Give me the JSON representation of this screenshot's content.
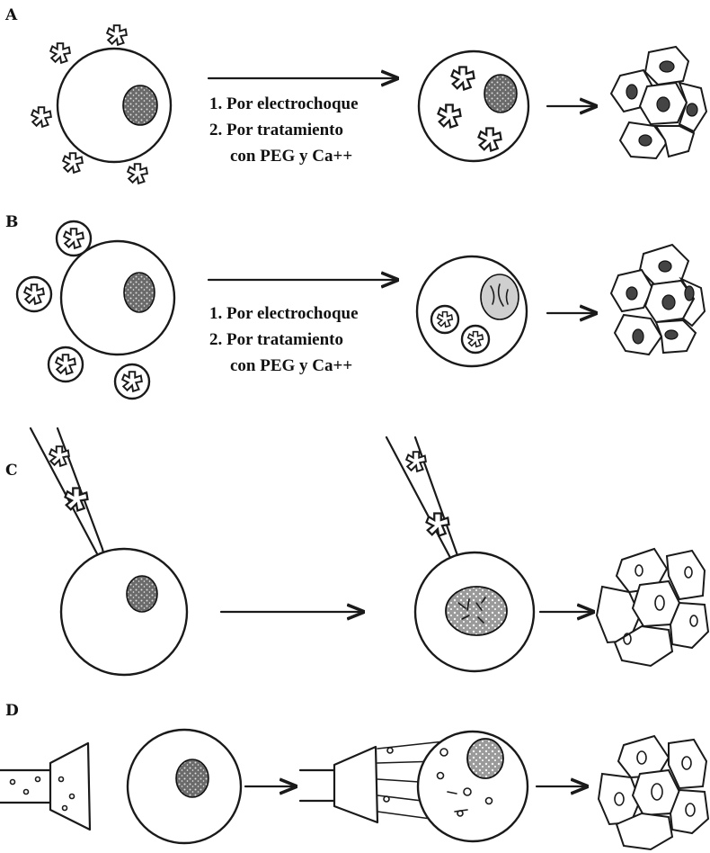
{
  "panels": {
    "a": {
      "letter": "A",
      "step1": "1. Por electrochoque",
      "step2": "2. Por tratamiento",
      "step3": "con PEG y Ca++"
    },
    "b": {
      "letter": "B",
      "step1": "1. Por electrochoque",
      "step2": "2. Por tratamiento",
      "step3": "con PEG y Ca++"
    },
    "c": {
      "letter": "C"
    },
    "d": {
      "letter": "D"
    }
  }
}
